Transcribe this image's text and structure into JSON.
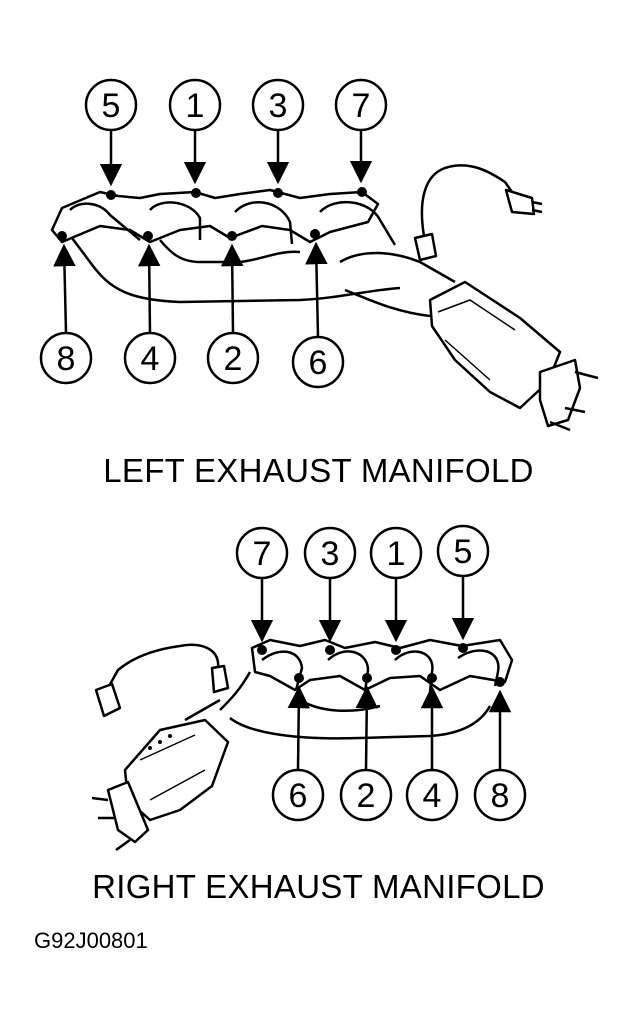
{
  "captions": {
    "left": "LEFT EXHAUST MANIFOLD",
    "right": "RIGHT EXHAUST MANIFOLD",
    "figure_code": "G92J00801"
  },
  "left_manifold": {
    "callouts_top": [
      "5",
      "1",
      "3",
      "7"
    ],
    "callouts_bottom": [
      "8",
      "4",
      "2",
      "6"
    ]
  },
  "right_manifold": {
    "callouts_top": [
      "7",
      "3",
      "1",
      "5"
    ],
    "callouts_bottom": [
      "6",
      "2",
      "4",
      "8"
    ]
  }
}
